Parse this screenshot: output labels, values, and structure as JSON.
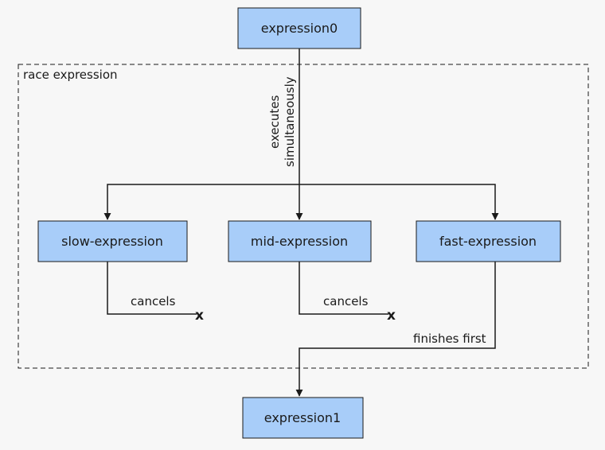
{
  "diagram": {
    "group": {
      "label": "race expression"
    },
    "nodes": {
      "expression0": "expression0",
      "slow": "slow-expression",
      "mid": "mid-expression",
      "fast": "fast-expression",
      "expression1": "expression1"
    },
    "edge_labels": {
      "executes_line1": "executes",
      "executes_line2": "simultaneously",
      "slow_cancels": "cancels",
      "mid_cancels": "cancels",
      "finishes_first": "finishes first"
    },
    "cancel_marks": {
      "slow": "x",
      "mid": "x"
    },
    "colors": {
      "node_fill": "#a8cdf9",
      "stroke": "#1a1a1a",
      "background": "#f7f7f7"
    }
  }
}
